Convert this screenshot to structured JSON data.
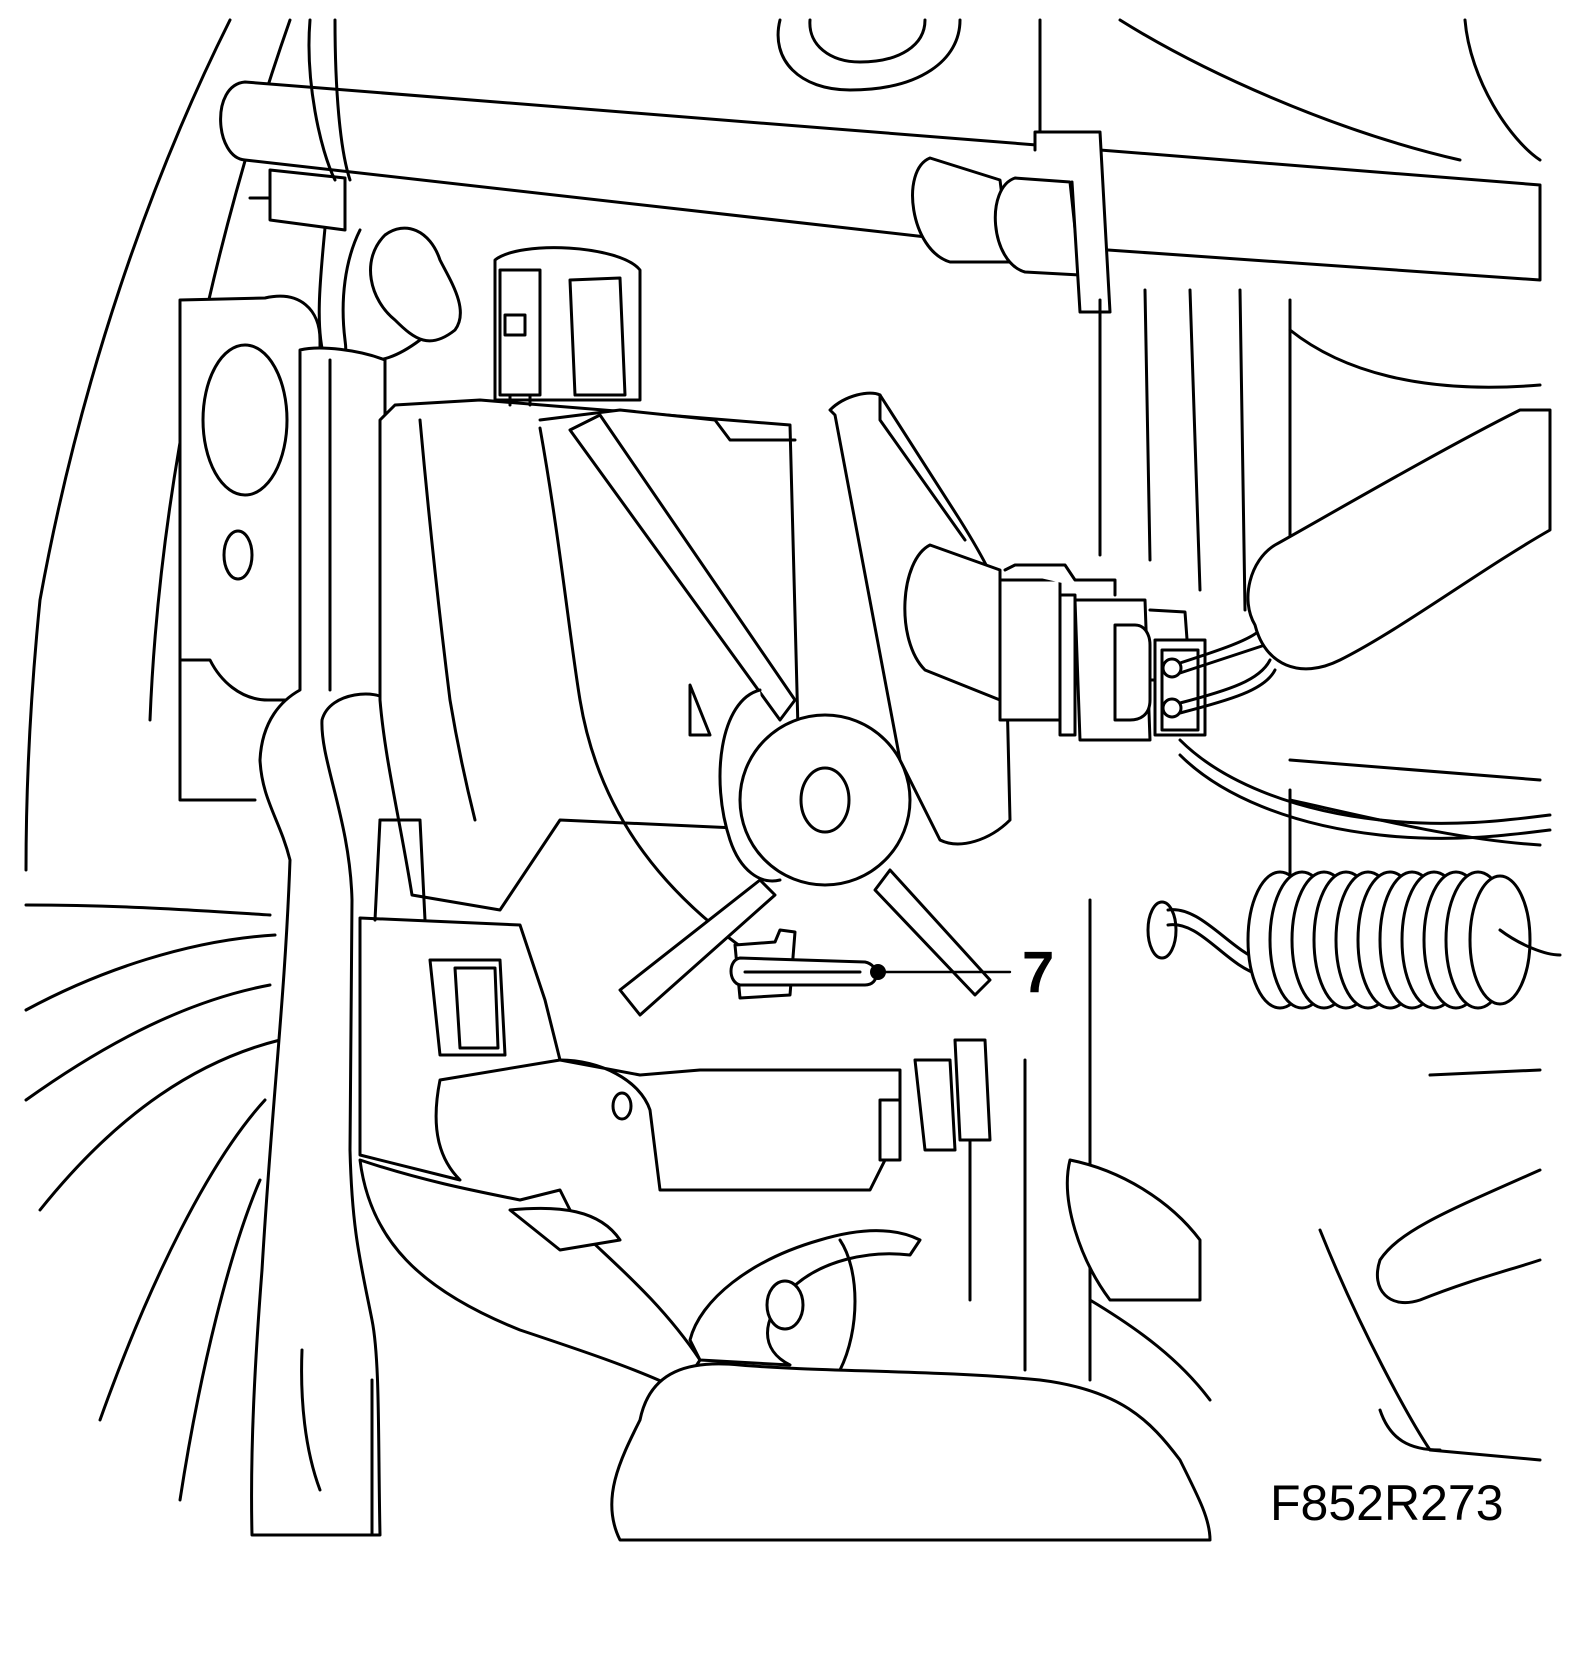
{
  "figure": {
    "figure_id": "F852R273",
    "callouts": [
      {
        "number": "7",
        "target": "sensor-pin"
      }
    ]
  },
  "colors": {
    "line": "#000000",
    "background": "#ffffff"
  }
}
